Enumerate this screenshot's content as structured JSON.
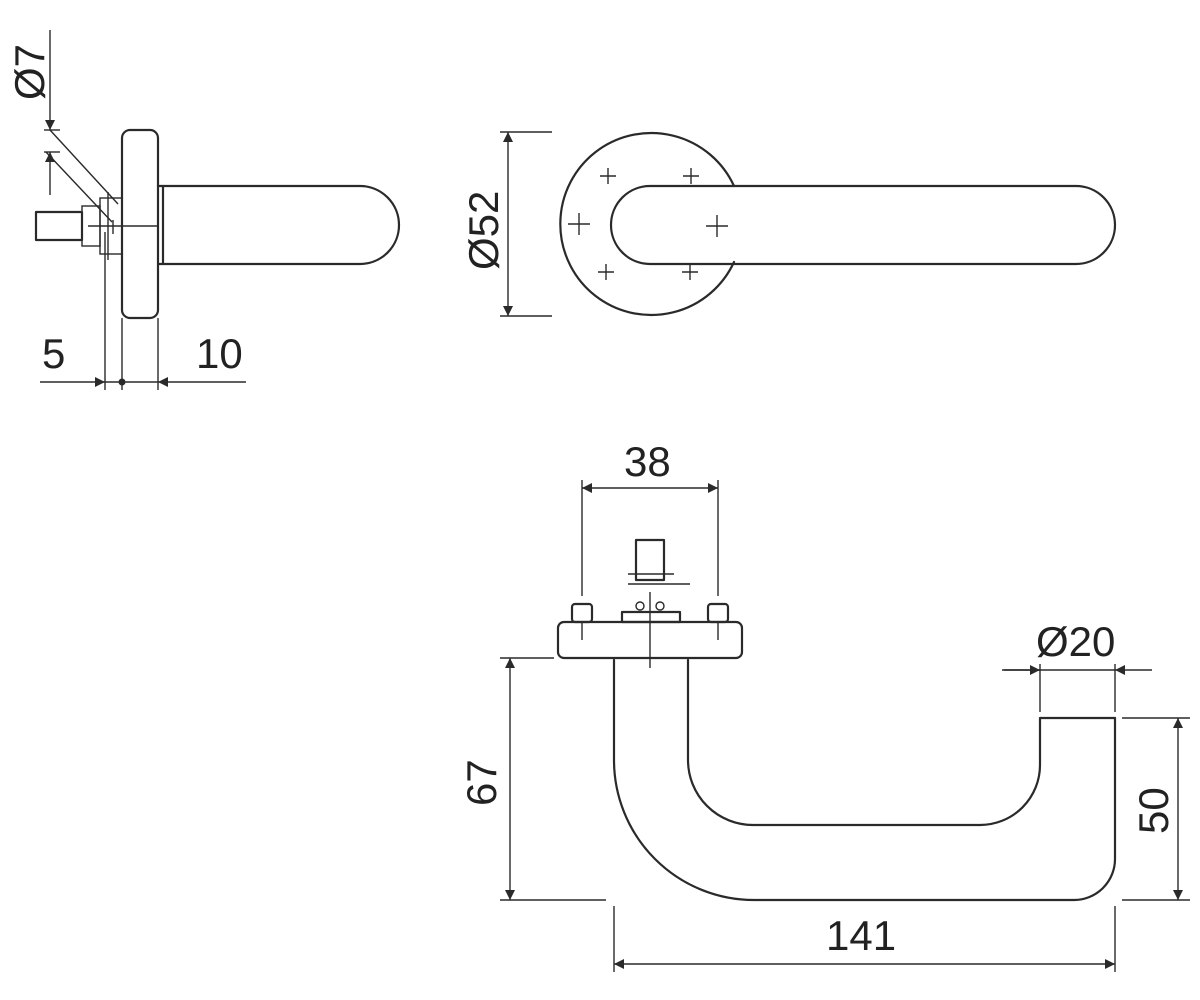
{
  "diagram": {
    "dimensions": {
      "spindle_diameter": "Ø7",
      "rose_diameter": "Ø52",
      "offset_left": "5",
      "offset_right": "10",
      "fixing_distance": "38",
      "handle_diameter": "Ø20",
      "projection": "67",
      "lever_drop": "50",
      "lever_length": "141"
    },
    "colors": {
      "line": "#2a2a2a",
      "background": "#ffffff"
    }
  }
}
